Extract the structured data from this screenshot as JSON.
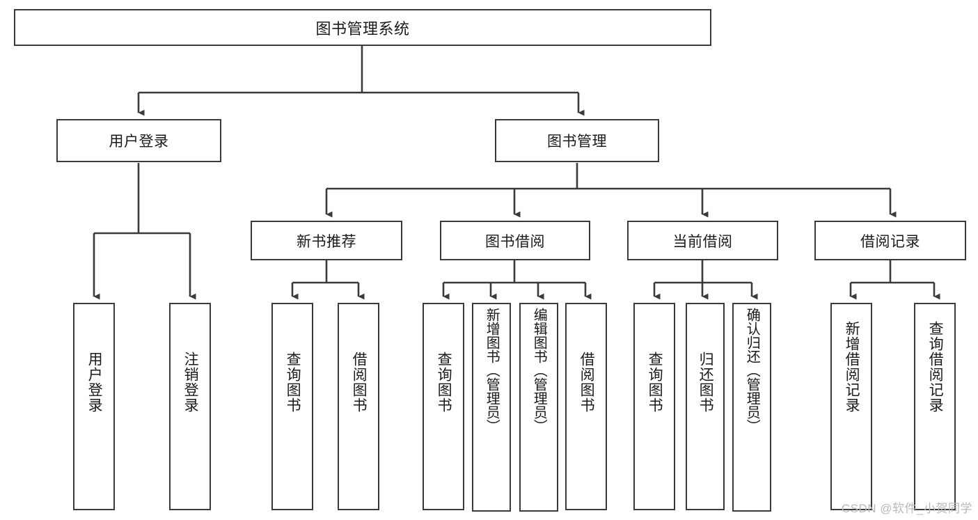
{
  "diagram": {
    "title": "图书管理系统",
    "type": "tree-hierarchy",
    "root": {
      "id": "root",
      "label": "图书管理系统"
    },
    "level2": [
      {
        "id": "user-login",
        "label": "用户登录"
      },
      {
        "id": "book-manage",
        "label": "图书管理"
      }
    ],
    "level3": [
      {
        "id": "new-book-recommend",
        "label": "新书推荐",
        "parent": "book-manage"
      },
      {
        "id": "book-borrow",
        "label": "图书借阅",
        "parent": "book-manage"
      },
      {
        "id": "current-borrow",
        "label": "当前借阅",
        "parent": "book-manage"
      },
      {
        "id": "borrow-record",
        "label": "借阅记录",
        "parent": "book-manage"
      }
    ],
    "leaves": [
      {
        "id": "leaf-user-login",
        "label": "用户登录",
        "parent": "user-login"
      },
      {
        "id": "leaf-logout-login",
        "label": "注销登录",
        "parent": "user-login"
      },
      {
        "id": "leaf-query-book-1",
        "label": "查询图书",
        "parent": "new-book-recommend"
      },
      {
        "id": "leaf-borrow-book-1",
        "label": "借阅图书",
        "parent": "new-book-recommend"
      },
      {
        "id": "leaf-query-book-2",
        "label": "查询图书",
        "parent": "book-borrow"
      },
      {
        "id": "leaf-add-book",
        "label": "新增图书（管理员）",
        "parent": "book-borrow"
      },
      {
        "id": "leaf-edit-book",
        "label": "编辑图书（管理员）",
        "parent": "book-borrow"
      },
      {
        "id": "leaf-borrow-book-2",
        "label": "借阅图书",
        "parent": "book-borrow"
      },
      {
        "id": "leaf-query-book-3",
        "label": "查询图书",
        "parent": "current-borrow"
      },
      {
        "id": "leaf-return-book",
        "label": "归还图书",
        "parent": "current-borrow"
      },
      {
        "id": "leaf-confirm-return",
        "label": "确认归还（管理员）",
        "parent": "current-borrow"
      },
      {
        "id": "leaf-add-record",
        "label": "新增借阅记录",
        "parent": "borrow-record"
      },
      {
        "id": "leaf-query-record",
        "label": "查询借阅记录",
        "parent": "borrow-record"
      }
    ]
  },
  "watermark": {
    "text": "CSDN @软件_小贺同学"
  },
  "colors": {
    "stroke": "#3a3a3a",
    "background": "#ffffff",
    "text": "#1a1a1a",
    "watermark": "#b9b9b9"
  }
}
